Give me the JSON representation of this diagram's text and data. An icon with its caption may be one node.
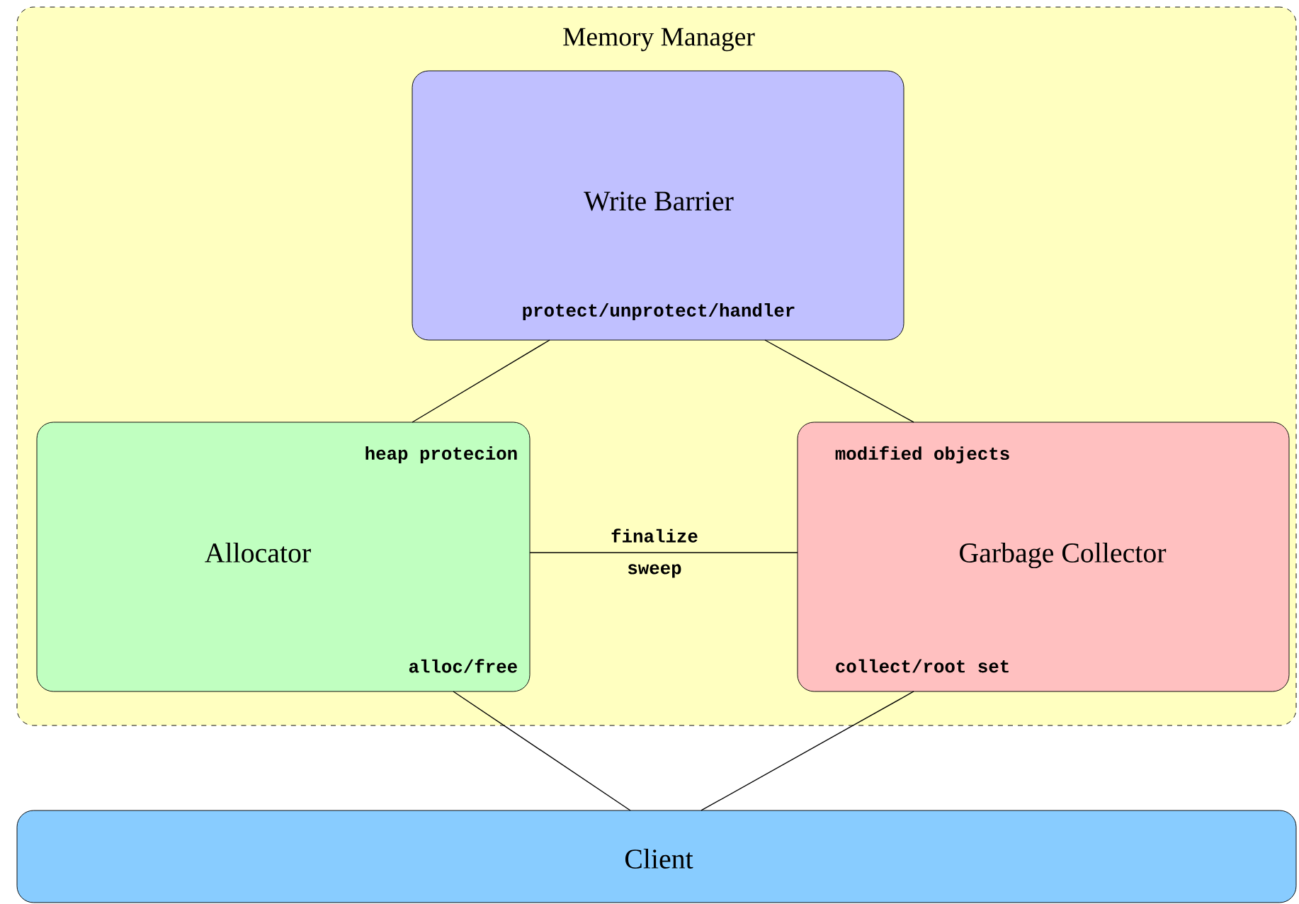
{
  "diagram": {
    "nodes": [
      {
        "text": [
          "Memory Manager"
        ]
      },
      {
        "text": [
          "Write Barrier",
          "protect/unprotect/handler"
        ],
        "in": 0
      },
      {
        "text": [
          "heap protecion",
          "Allocator",
          "alloc/free"
        ],
        "in": 0
      },
      {
        "text": [
          "modified objects",
          "Garbage Collector",
          "collect/root set"
        ],
        "in": 0
      },
      {
        "text": [
          "Client"
        ]
      }
    ],
    "edges": [
      {
        "from": 1,
        "to": 2,
        "arrow": "none"
      },
      {
        "from": 1,
        "to": 3,
        "arrow": "none"
      },
      {
        "from": 2,
        "to": 3,
        "arrow": "none",
        "label": "finalize"
      },
      {
        "from": 2,
        "to": 4,
        "arrow": "none"
      },
      {
        "from": 3,
        "to": 4,
        "arrow": "none"
      }
    ],
    "labels": [
      "sweep"
    ]
  }
}
